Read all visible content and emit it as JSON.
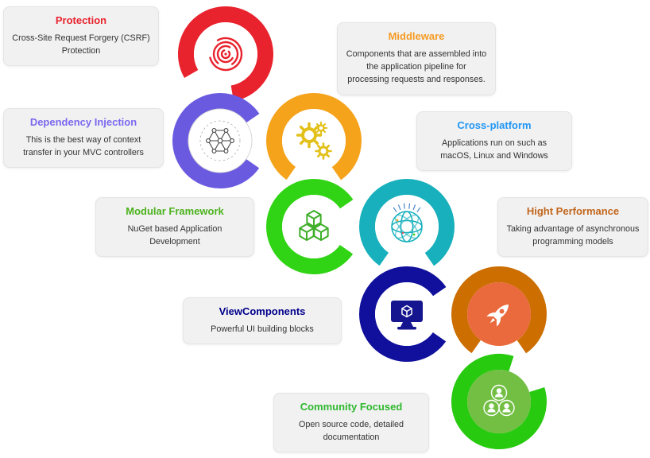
{
  "card_background": "#f1f1f2",
  "features": [
    {
      "id": "protection",
      "title": "Protection",
      "description": "Cross-Site Request Forgery (CSRF) Protection",
      "title_color": "#e8232d",
      "ring_color": "#e8232d",
      "icon": "fingerprint-icon",
      "icon_color": "#e8232d"
    },
    {
      "id": "dependency-injection",
      "title": "Dependency Injection",
      "description": "This is the best way of context transfer in your MVC controllers",
      "title_color": "#7b68ee",
      "ring_color": "#6a5ae0",
      "icon": "molecule-icon",
      "icon_color": "#444444"
    },
    {
      "id": "middleware",
      "title": "Middleware",
      "description": "Components that are assembled into the application pipeline for processing requests and responses.",
      "title_color": "#f59b23",
      "ring_color": "#f5a31b",
      "icon": "gears-icon",
      "icon_color": "#e3c01a"
    },
    {
      "id": "modular-framework",
      "title": "Modular Framework",
      "description": "NuGet based Application Development",
      "title_color": "#4cb31e",
      "ring_color": "#30d414",
      "icon": "cubes-icon",
      "icon_color": "#3fae29"
    },
    {
      "id": "cross-platform",
      "title": "Cross-platform",
      "description": "Applications run on such as macOS, Linux and Windows",
      "title_color": "#2196f3",
      "ring_color": "#17b0bc",
      "icon": "globe-icon",
      "icon_color": "#17b0bc"
    },
    {
      "id": "viewcomponents",
      "title": "ViewComponents",
      "description": "Powerful UI building blocks",
      "title_color": "#00008b",
      "ring_color": "#10109c",
      "icon": "monitor-icon",
      "icon_color": "#15158f"
    },
    {
      "id": "high-performance",
      "title": "Hight Performance",
      "description": "Taking advantage of asynchronous programming models",
      "title_color": "#c2661b",
      "ring_color": "#cc6e00",
      "icon": "rocket-icon",
      "icon_bg": "#ea6a3d"
    },
    {
      "id": "community-focused",
      "title": "Community Focused",
      "description": "Open source code, detailed documentation",
      "title_color": "#2eb82e",
      "ring_color": "#28ca10",
      "icon": "people-icon",
      "icon_bg": "#72bf44"
    }
  ]
}
